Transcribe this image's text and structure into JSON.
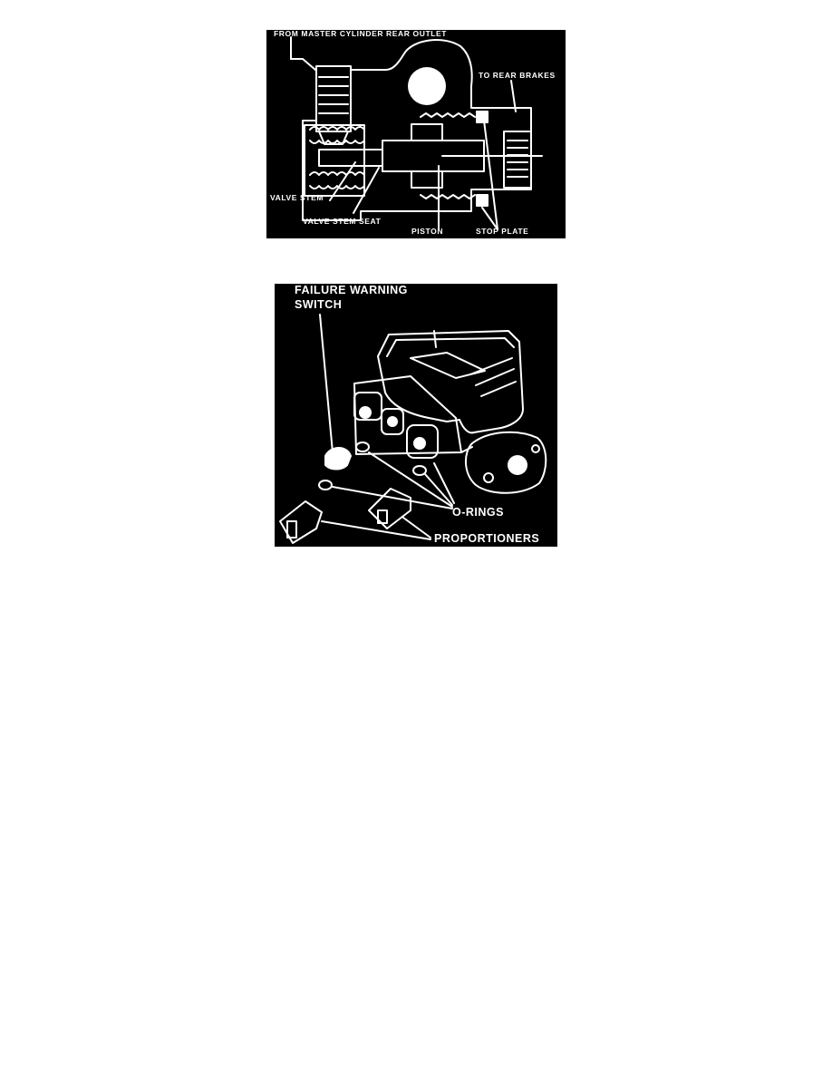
{
  "figure1": {
    "labels": {
      "from_outlet": "FROM MASTER CYLINDER REAR OUTLET",
      "to_rear_brakes": "TO REAR BRAKES",
      "valve_stem": "VALVE STEM",
      "valve_stem_seat": "VALVE STEM SEAT",
      "piston": "PISTON",
      "stop_plate": "STOP PLATE"
    },
    "colors": {
      "background": "#000000",
      "line": "#ffffff"
    }
  },
  "figure2": {
    "labels": {
      "failure_warning": "FAILURE WARNING",
      "switch": "SWITCH",
      "o_rings": "O-RINGS",
      "proportioners": "PROPORTIONERS"
    },
    "colors": {
      "background": "#000000",
      "line": "#ffffff"
    }
  }
}
